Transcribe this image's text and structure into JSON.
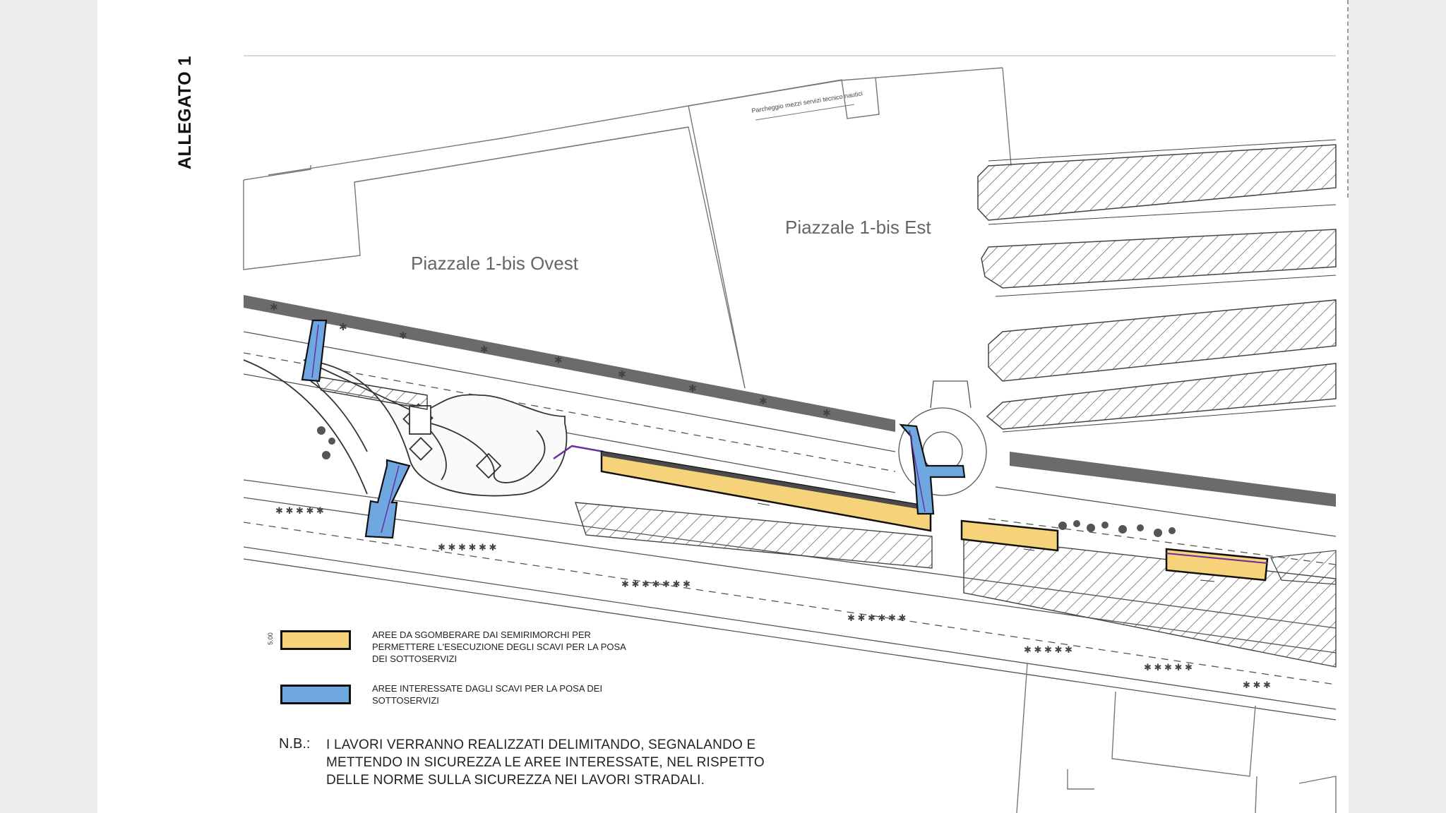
{
  "document": {
    "annex_label": "ALLEGATO 1"
  },
  "map": {
    "area_west": "Piazzale 1-bis Ovest",
    "area_east": "Piazzale 1-bis Est",
    "parking_note": "Parcheggio mezzi servizi tecnico nautici"
  },
  "legend": {
    "items": [
      {
        "color": "#f6d27a",
        "text": "AREE DA SGOMBERARE DAI SEMIRIMORCHI PER PERMETTERE L'ESECUZIONE DEGLI SCAVI PER LA POSA DEI SOTTOSERVIZI"
      },
      {
        "color": "#6fa8e0",
        "text": "AREE INTERESSATE DAGLI SCAVI PER LA POSA DEI SOTTOSERVIZI"
      }
    ]
  },
  "note": {
    "label": "N.B.:",
    "text": "I LAVORI VERRANNO REALIZZATI DELIMITANDO, SEGNALANDO E METTENDO IN SICUREZZA LE AREE INTERESSATE, NEL RISPETTO DELLE NORME SULLA SICUREZZA NEI LAVORI STRADALI."
  },
  "colors": {
    "excavation_clear_area": "#f6d27a",
    "excavation_area": "#6fa8e0",
    "outline": "#111111",
    "utility_line": "#6a2fa0"
  }
}
